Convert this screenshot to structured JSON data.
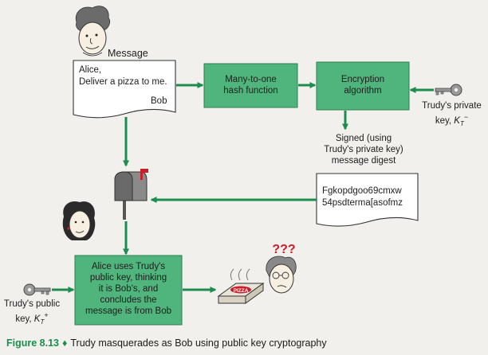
{
  "message_label": "Message",
  "message_lines": [
    "Alice,",
    "Deliver a pizza to me."
  ],
  "message_signature": "Bob",
  "hash_box": [
    "Many-to-one",
    "hash function"
  ],
  "encryption_box": [
    "Encryption",
    "algorithm"
  ],
  "trudy_private_key": {
    "line1": "Trudy's private",
    "line2_prefix": "key, ",
    "key_var": "K",
    "key_sub": "T",
    "key_sup": "−"
  },
  "signed_label": [
    "Signed (using",
    "Trudy's private key)",
    "message digest"
  ],
  "digest_lines": [
    "Fgkopdgoo69cmxw",
    "54psdterma[asofmz"
  ],
  "alice_box": [
    "Alice uses Trudy's",
    "public key, thinking",
    "it is Bob's, and",
    "concludes the",
    "message is from Bob"
  ],
  "trudy_public_key": {
    "line1": "Trudy's public",
    "line2_prefix": "key, ",
    "key_var": "K",
    "key_sub": "T",
    "key_sup": "+"
  },
  "pizza_label": "PIZZA",
  "confused_label": "???",
  "caption": {
    "figure": "Figure 8.13",
    "text": "Trudy masquerades as Bob using public key cryptography"
  },
  "colors": {
    "box_fill": "#4fb57c",
    "arrow": "#1b8d4f",
    "red": "#c8202a",
    "caption_green": "#1b8d4f"
  }
}
